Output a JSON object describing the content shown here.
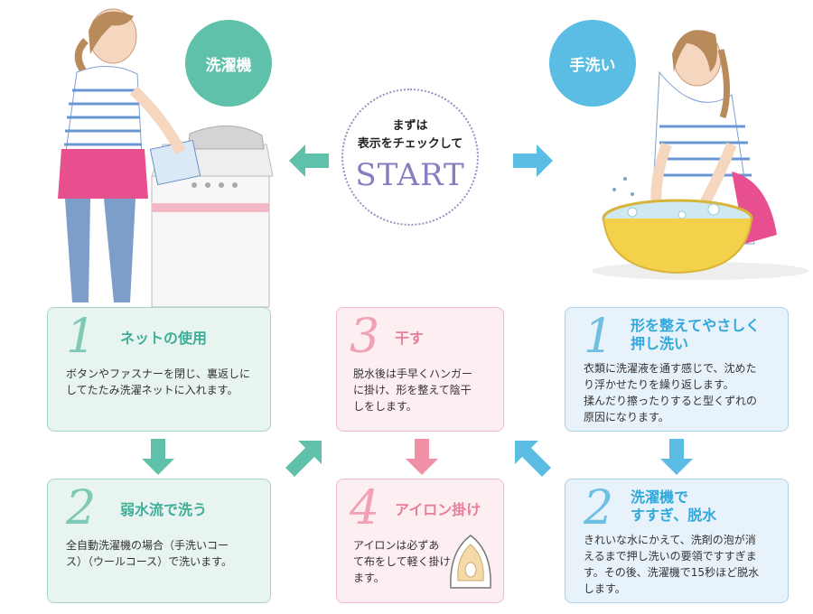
{
  "colors": {
    "washer_accent": "#5fc1aa",
    "handwash_accent": "#5bbde3",
    "shared_accent": "#f08fa6",
    "start_text": "#8b7bc0"
  },
  "labels": {
    "washer": "洗濯機",
    "handwash": "手洗い"
  },
  "start": {
    "line1": "まずは",
    "line2": "表示をチェックして",
    "big": "START"
  },
  "washer_steps": [
    {
      "num": "1",
      "title": "ネットの使用",
      "body": [
        "ボタンやファスナーを閉じ、裏返しに",
        "してたたみ洗濯ネットに入れます。"
      ]
    },
    {
      "num": "2",
      "title": "弱水流で洗う",
      "body": [
        "全自動洗濯機の場合（手洗いコー",
        "ス）（ウールコース）で洗います。"
      ]
    }
  ],
  "shared_steps": [
    {
      "num": "3",
      "title": "干す",
      "body": [
        "脱水後は手早くハンガー",
        "に掛け、形を整えて陰干",
        "しをします。"
      ]
    },
    {
      "num": "4",
      "title": "アイロン掛け",
      "body": [
        "アイロンは必ずあ",
        "て布をして軽く掛け",
        "ます。"
      ]
    }
  ],
  "handwash_steps": [
    {
      "num": "1",
      "title": [
        "形を整えてやさしく",
        "押し洗い"
      ],
      "body": [
        "衣類に洗濯液を通す感じで、沈めた",
        "り浮かせたりを繰り返します。",
        "揉んだり擦ったりすると型くずれの",
        "原因になります。"
      ]
    },
    {
      "num": "2",
      "title": [
        "洗濯機で",
        "すすぎ、脱水"
      ],
      "body": [
        "きれいな水にかえて、洗剤の泡が消",
        "えるまで押し洗いの要領ですすぎま",
        "す。その後、洗濯機で15秒ほど脱水",
        "します。"
      ]
    }
  ],
  "icons": {
    "arrow_left": "arrow-left-icon",
    "arrow_right": "arrow-right-icon",
    "arrow_down": "arrow-down-icon",
    "arrow_diag_up_right": "arrow-up-right-icon",
    "arrow_diag_up_left": "arrow-up-left-icon",
    "iron": "iron-icon"
  }
}
